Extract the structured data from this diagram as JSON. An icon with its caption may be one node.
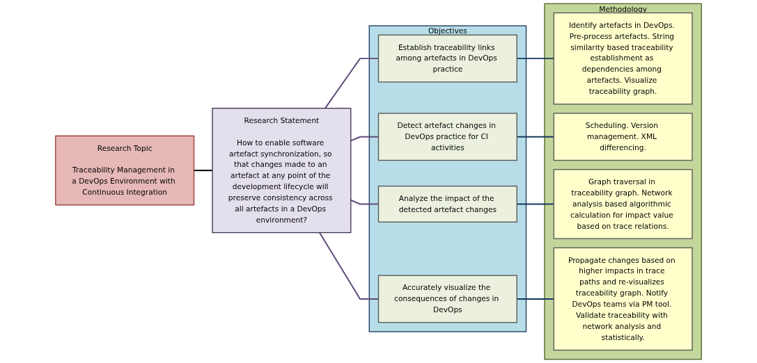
{
  "diagram": {
    "nodes": [
      {
        "text": [
          "Research Topic",
          "Traceability Management in a DevOps Environment with Continuous Integration"
        ]
      },
      {
        "text": [
          "Research Statement",
          "How to enable software artefact synchronization, so that changes made to an artefact at any point of the development lifecycle will preserve consistency across all artefacts in a DevOps environment?"
        ]
      },
      {
        "text": [
          "Objectives"
        ]
      },
      {
        "text": [
          "Establish traceability links among artefacts in DevOps practice"
        ],
        "in": 2
      },
      {
        "text": [
          "Detect artefact changes in DevOps practice for CI activities"
        ],
        "in": 2
      },
      {
        "text": [
          "Analyze the impact of the detected artefact changes"
        ],
        "in": 2
      },
      {
        "text": [
          "Accurately visualize the consequences of changes in DevOps"
        ],
        "in": 2
      },
      {
        "text": [
          "Methodology"
        ]
      },
      {
        "text": [
          "Identify artefacts in DevOps. Pre-process artefacts. String similarity based traceability establishment as dependencies among artefacts. Visualize traceability graph."
        ],
        "in": 7
      },
      {
        "text": [
          "Scheduling. Version management. XML differencing."
        ],
        "in": 7
      },
      {
        "text": [
          "Graph traversal in traceability graph. Network analysis based algorithmic calculation for impact value based on trace relations."
        ],
        "in": 7
      },
      {
        "text": [
          "Propagate changes based on higher impacts in trace paths and re-visualizes traceability graph. Notify DevOps teams via PM tool. Validate traceability with network analysis and statistically."
        ],
        "in": 7
      }
    ],
    "edges": [
      {
        "from": 0,
        "to": 1,
        "arrow": "none",
        "color": "#000000"
      },
      {
        "from": 1,
        "to": 3,
        "arrow": "none",
        "color": "#5f497a"
      },
      {
        "from": 1,
        "to": 4,
        "arrow": "none",
        "color": "#5f497a"
      },
      {
        "from": 1,
        "to": 5,
        "arrow": "none",
        "color": "#5f497a"
      },
      {
        "from": 1,
        "to": 6,
        "arrow": "none",
        "color": "#5f497a"
      },
      {
        "from": 3,
        "to": 8,
        "arrow": "none",
        "color": "#17375e"
      },
      {
        "from": 4,
        "to": 9,
        "arrow": "none",
        "color": "#17375e"
      },
      {
        "from": 5,
        "to": 10,
        "arrow": "none",
        "color": "#17375e"
      },
      {
        "from": 6,
        "to": 11,
        "arrow": "none",
        "color": "#17375e"
      }
    ]
  }
}
